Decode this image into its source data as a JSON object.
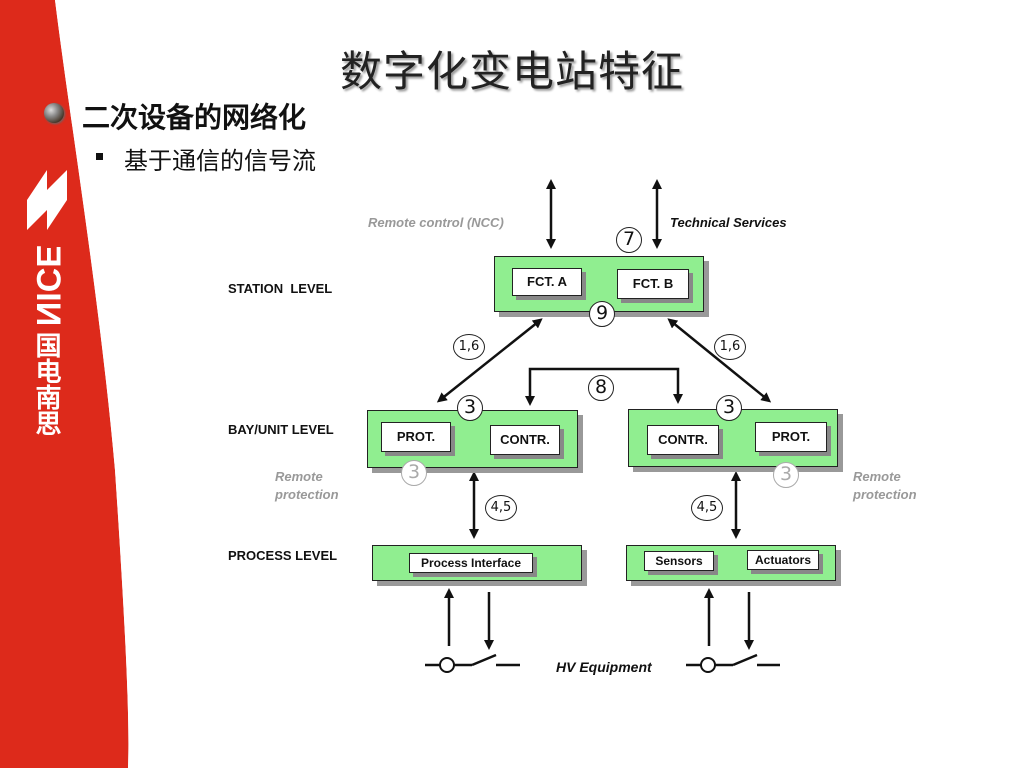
{
  "slide": {
    "title": "数字化变电站特征",
    "bullet1": "二次设备的网络化",
    "bullet2": "基于通信的信号流",
    "logo": {
      "brand": "NICE",
      "chinese": "国电南思"
    }
  },
  "diagram": {
    "remote_control": "Remote control (NCC)",
    "technical_services": "Technical Services",
    "station_level": "STATION  LEVEL",
    "bay_level": "BAY/UNIT LEVEL",
    "process_level": "PROCESS LEVEL",
    "fct_a": "FCT. A",
    "fct_b": "FCT. B",
    "prot_left": "PROT.",
    "contr_left": "CONTR.",
    "contr_right": "CONTR.",
    "prot_right": "PROT.",
    "process_interface": "Process Interface",
    "sensors": "Sensors",
    "actuators": "Actuators",
    "remote_protection_left": "Remote protection",
    "remote_protection_right": "Remote protection",
    "hv_equipment": "HV Equipment",
    "n7": "7",
    "n9": "9",
    "n8": "8",
    "n3_left": "3",
    "n3_right": "3",
    "n3_faded_left": "3",
    "n3_faded_right": "3",
    "c16_left": "1,6",
    "c16_right": "1,6",
    "c45_left": "4,5",
    "c45_right": "4,5"
  },
  "colors": {
    "red": "#dd2a1b",
    "green": "#90ee90",
    "blue_arrow": "#1a2fcc",
    "gray_label": "#999999"
  }
}
